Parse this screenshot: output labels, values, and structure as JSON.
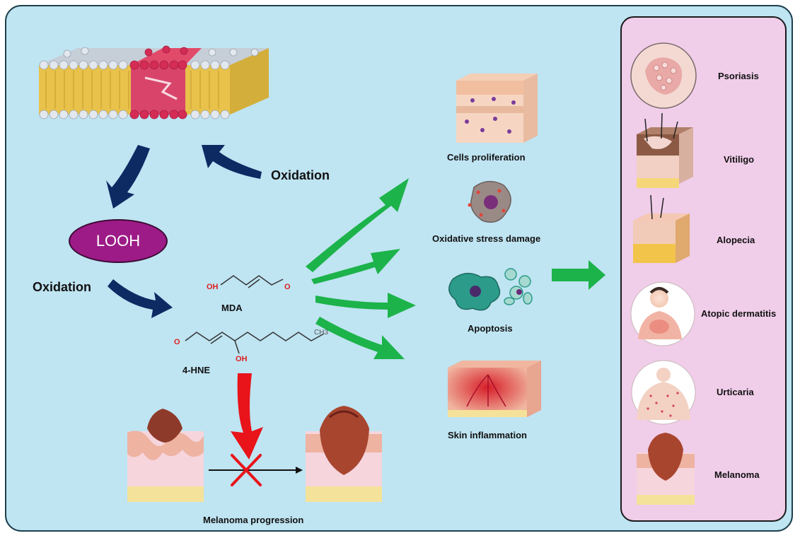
{
  "labels": {
    "oxidation_top": "Oxidation",
    "oxidation_left": "Oxidation",
    "looh": "LOOH",
    "mda": "MDA",
    "hne": "4-HNE",
    "melanoma_progression": "Melanoma progression"
  },
  "chem": {
    "mda_oh": "OH",
    "mda_o": "O",
    "hne_o": "O",
    "hne_oh": "OH",
    "hne_ch3": "CH3"
  },
  "effects": [
    "Cells proliferation",
    "Oxidative stress damage",
    "Apoptosis",
    "Skin inflammation"
  ],
  "diseases": [
    "Psoriasis",
    "Vitiligo",
    "Alopecia",
    "Atopic dermatitis",
    "Urticaria",
    "Melanoma"
  ],
  "colors": {
    "background": "#bfe4f2",
    "disease_panel": "#f0cde9",
    "dark_arrow": "#0d2a63",
    "green_arrow": "#1cb34a",
    "red_arrow": "#e8141a",
    "looh_fill": "#9c1b86"
  }
}
